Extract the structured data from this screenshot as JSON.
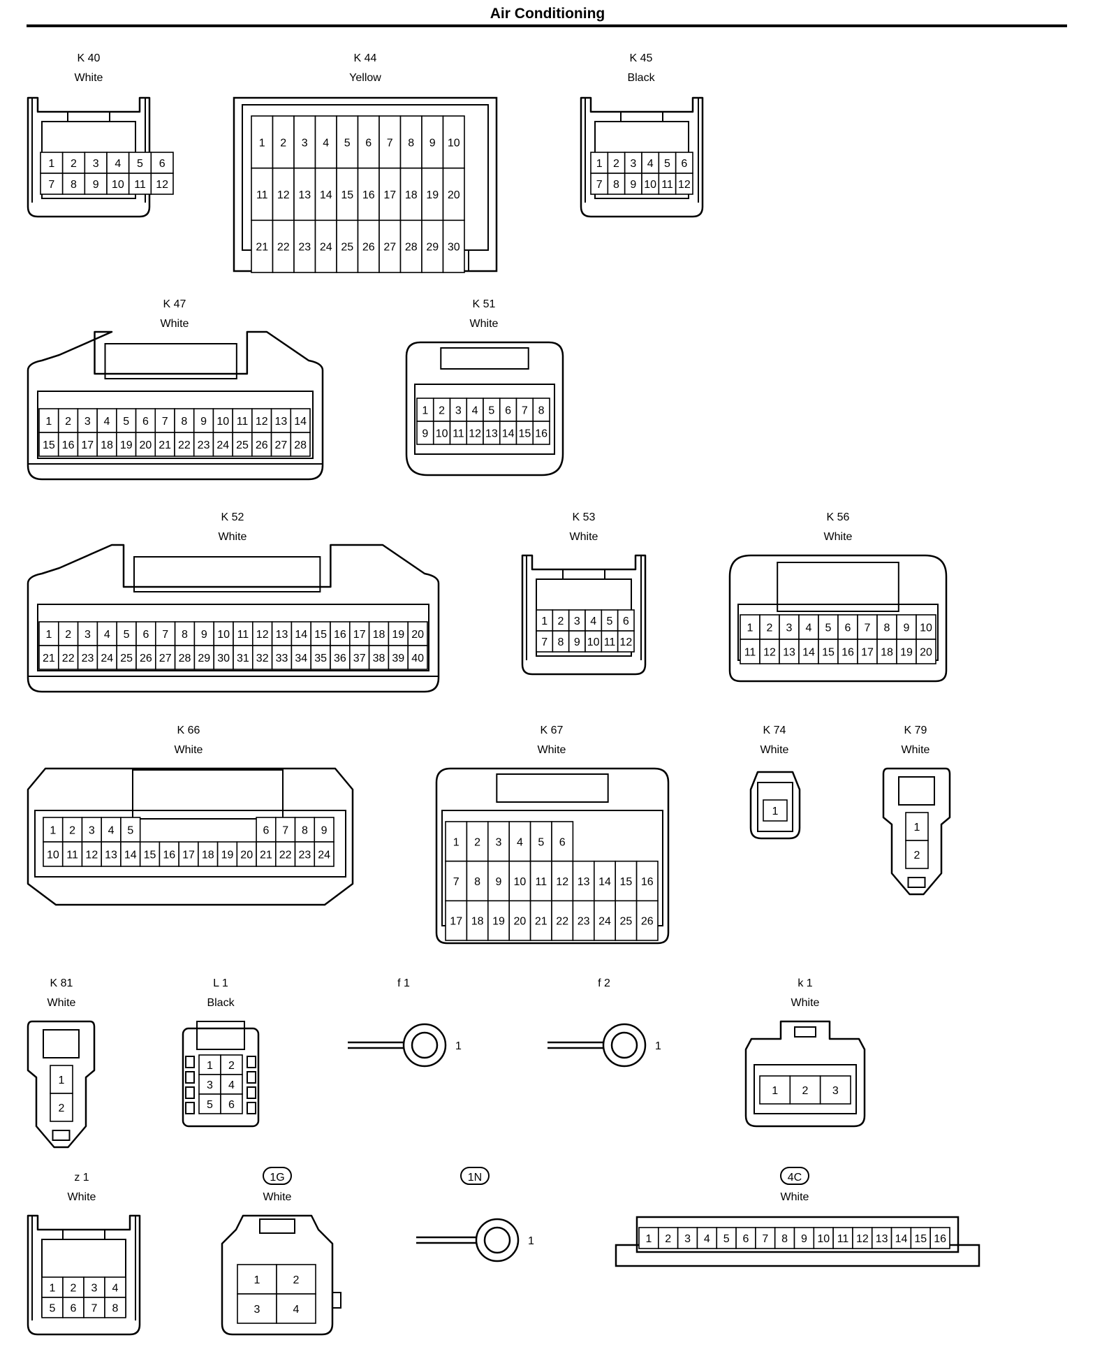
{
  "title": "Air Conditioning",
  "connectors": [
    {
      "code": "K 40",
      "color": "White",
      "pins": [
        "1",
        "2",
        "3",
        "4",
        "5",
        "6",
        "7",
        "8",
        "9",
        "10",
        "11",
        "12"
      ]
    },
    {
      "code": "K 44",
      "color": "Yellow",
      "pins": [
        "1",
        "2",
        "3",
        "4",
        "5",
        "6",
        "7",
        "8",
        "9",
        "10",
        "11",
        "12",
        "13",
        "14",
        "15",
        "16",
        "17",
        "18",
        "19",
        "20",
        "21",
        "22",
        "23",
        "24",
        "25",
        "26",
        "27",
        "28",
        "29",
        "30"
      ]
    },
    {
      "code": "K 45",
      "color": "Black",
      "pins": [
        "1",
        "2",
        "3",
        "4",
        "5",
        "6",
        "7",
        "8",
        "9",
        "10",
        "11",
        "12"
      ]
    },
    {
      "code": "K 47",
      "color": "White",
      "pins": [
        "1",
        "2",
        "3",
        "4",
        "5",
        "6",
        "7",
        "8",
        "9",
        "10",
        "11",
        "12",
        "13",
        "14",
        "15",
        "16",
        "17",
        "18",
        "19",
        "20",
        "21",
        "22",
        "23",
        "24",
        "25",
        "26",
        "27",
        "28"
      ]
    },
    {
      "code": "K 51",
      "color": "White",
      "pins": [
        "1",
        "2",
        "3",
        "4",
        "5",
        "6",
        "7",
        "8",
        "9",
        "10",
        "11",
        "12",
        "13",
        "14",
        "15",
        "16"
      ]
    },
    {
      "code": "K 52",
      "color": "White",
      "pins": [
        "1",
        "2",
        "3",
        "4",
        "5",
        "6",
        "7",
        "8",
        "9",
        "10",
        "11",
        "12",
        "13",
        "14",
        "15",
        "16",
        "17",
        "18",
        "19",
        "20",
        "21",
        "22",
        "23",
        "24",
        "25",
        "26",
        "27",
        "28",
        "29",
        "30",
        "31",
        "32",
        "33",
        "34",
        "35",
        "36",
        "37",
        "38",
        "39",
        "40"
      ]
    },
    {
      "code": "K 53",
      "color": "White",
      "pins": [
        "1",
        "2",
        "3",
        "4",
        "5",
        "6",
        "7",
        "8",
        "9",
        "10",
        "11",
        "12"
      ]
    },
    {
      "code": "K 56",
      "color": "White",
      "pins": [
        "1",
        "2",
        "3",
        "4",
        "5",
        "6",
        "7",
        "8",
        "9",
        "10",
        "11",
        "12",
        "13",
        "14",
        "15",
        "16",
        "17",
        "18",
        "19",
        "20"
      ]
    },
    {
      "code": "K 66",
      "color": "White",
      "pins": [
        "1",
        "2",
        "3",
        "4",
        "5",
        "6",
        "7",
        "8",
        "9",
        "10",
        "11",
        "12",
        "13",
        "14",
        "15",
        "16",
        "17",
        "18",
        "19",
        "20",
        "21",
        "22",
        "23",
        "24"
      ]
    },
    {
      "code": "K 67",
      "color": "White",
      "pins": [
        "1",
        "2",
        "3",
        "4",
        "5",
        "6",
        "7",
        "8",
        "9",
        "10",
        "11",
        "12",
        "13",
        "14",
        "15",
        "16",
        "17",
        "18",
        "19",
        "20",
        "21",
        "22",
        "23",
        "24",
        "25",
        "26"
      ]
    },
    {
      "code": "K 74",
      "color": "White",
      "pins": [
        "1"
      ]
    },
    {
      "code": "K 79",
      "color": "White",
      "pins": [
        "1",
        "2"
      ]
    },
    {
      "code": "K 81",
      "color": "White",
      "pins": [
        "1",
        "2"
      ]
    },
    {
      "code": "L 1",
      "color": "Black",
      "pins": [
        "1",
        "2",
        "3",
        "4",
        "5",
        "6"
      ]
    },
    {
      "code": "f 1",
      "color": "",
      "pins": [
        "1"
      ]
    },
    {
      "code": "f 2",
      "color": "",
      "pins": [
        "1"
      ]
    },
    {
      "code": "k 1",
      "color": "White",
      "pins": [
        "1",
        "2",
        "3"
      ]
    },
    {
      "code": "z 1",
      "color": "White",
      "pins": [
        "1",
        "2",
        "3",
        "4",
        "5",
        "6",
        "7",
        "8"
      ]
    },
    {
      "code": "1G",
      "color": "White",
      "pins": [
        "1",
        "2",
        "3",
        "4"
      ]
    },
    {
      "code": "1N",
      "color": "",
      "pins": [
        "1"
      ]
    },
    {
      "code": "4C",
      "color": "White",
      "pins": [
        "1",
        "2",
        "3",
        "4",
        "5",
        "6",
        "7",
        "8",
        "9",
        "10",
        "11",
        "12",
        "13",
        "14",
        "15",
        "16"
      ]
    }
  ]
}
